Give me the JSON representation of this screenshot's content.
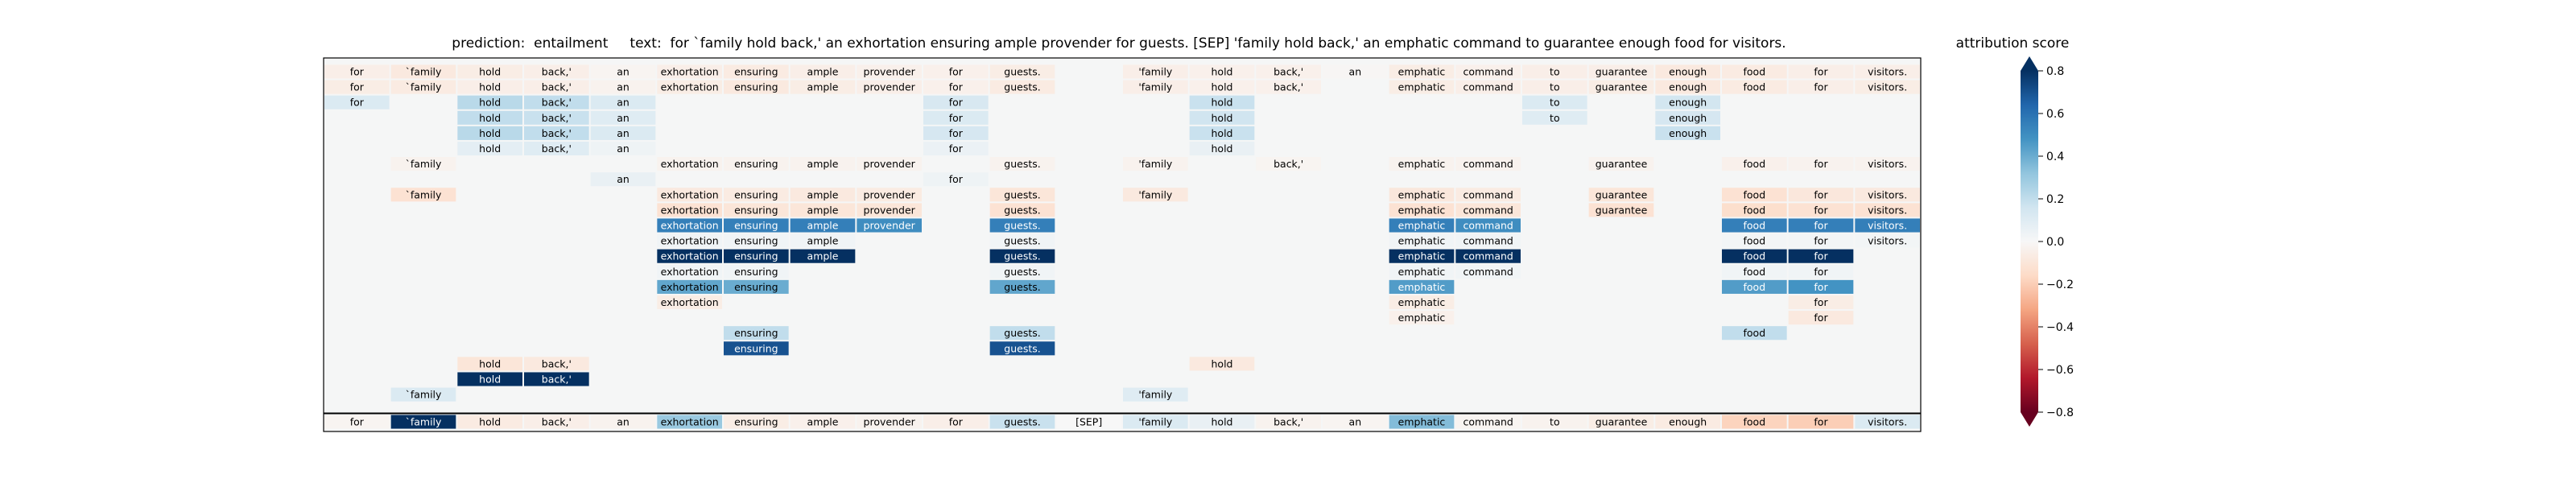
{
  "title": {
    "prediction_label": "prediction:",
    "prediction_value": "entailment",
    "text_label": "text:",
    "text_value": "for `family hold back,' an exhortation ensuring ample provender for guests. [SEP] 'family hold back,' an emphatic command to guarantee enough food for visitors."
  },
  "colorbar": {
    "label": "attribution score",
    "ticks": [
      "0.8",
      "0.6",
      "0.4",
      "0.2",
      "0.0",
      "−0.2",
      "−0.4",
      "−0.6",
      "−0.8"
    ]
  },
  "chart_data": {
    "type": "heatmap",
    "tokens": [
      "for",
      "`family",
      "hold",
      "back,'",
      "an",
      "exhortation",
      "ensuring",
      "ample",
      "provender",
      "for",
      "guests.",
      "[SEP]",
      "'family",
      "hold",
      "back,'",
      "an",
      "emphatic",
      "command",
      "to",
      "guarantee",
      "enough",
      "food",
      "for",
      "visitors."
    ],
    "color_range": [
      -0.8,
      0.8
    ],
    "colormap": "RdBu",
    "rows": [
      {
        "shown": [
          0,
          1,
          2,
          3,
          4,
          5,
          6,
          7,
          8,
          9,
          10,
          12,
          13,
          14,
          15,
          16,
          17,
          18,
          19,
          20,
          21,
          22,
          23
        ],
        "scores": {
          "0": -0.05,
          "1": -0.08,
          "2": -0.06,
          "3": -0.05,
          "4": -0.02,
          "5": -0.05,
          "6": -0.07,
          "7": -0.05,
          "8": -0.04,
          "9": -0.04,
          "10": -0.06,
          "12": -0.05,
          "13": -0.04,
          "14": -0.04,
          "15": -0.01,
          "16": -0.06,
          "17": -0.04,
          "18": -0.05,
          "19": -0.05,
          "20": -0.08,
          "21": -0.07,
          "22": -0.05,
          "23": -0.05
        }
      },
      {
        "shown": [
          0,
          1,
          2,
          3,
          4,
          5,
          6,
          7,
          8,
          9,
          10,
          12,
          13,
          14,
          16,
          17,
          18,
          19,
          20,
          21,
          22,
          23
        ],
        "scores": {
          "0": -0.06,
          "1": -0.07,
          "2": -0.05,
          "3": -0.05,
          "4": -0.03,
          "5": -0.06,
          "6": -0.08,
          "7": -0.06,
          "8": -0.05,
          "9": -0.04,
          "10": -0.07,
          "12": -0.05,
          "13": -0.04,
          "14": -0.04,
          "16": -0.06,
          "17": -0.05,
          "18": -0.05,
          "19": -0.06,
          "20": -0.08,
          "21": -0.07,
          "22": -0.05,
          "23": -0.06
        }
      },
      {
        "shown": [
          0,
          2,
          3,
          4,
          9,
          13,
          18,
          20
        ],
        "scores": {
          "0": 0.12,
          "2": 0.22,
          "3": 0.2,
          "4": 0.12,
          "9": 0.13,
          "13": 0.18,
          "18": 0.12,
          "20": 0.15
        }
      },
      {
        "shown": [
          2,
          3,
          4,
          9,
          13,
          18,
          20
        ],
        "scores": {
          "2": 0.2,
          "3": 0.18,
          "4": 0.1,
          "9": 0.12,
          "13": 0.16,
          "18": 0.1,
          "20": 0.14
        }
      },
      {
        "shown": [
          2,
          3,
          4,
          9,
          13,
          20
        ],
        "scores": {
          "2": 0.22,
          "3": 0.2,
          "4": 0.12,
          "9": 0.14,
          "13": 0.18,
          "20": 0.18
        }
      },
      {
        "shown": [
          2,
          3,
          4,
          9,
          13
        ],
        "scores": {
          "2": 0.08,
          "3": 0.1,
          "4": 0.04,
          "9": 0.05,
          "13": 0.06
        }
      },
      {
        "shown": [
          1,
          5,
          6,
          7,
          8,
          10,
          12,
          14,
          16,
          17,
          19,
          21,
          22,
          23
        ],
        "scores": {
          "1": -0.03,
          "5": -0.03,
          "6": -0.03,
          "7": -0.03,
          "8": -0.03,
          "10": -0.03,
          "12": -0.03,
          "14": -0.02,
          "16": -0.03,
          "17": -0.03,
          "19": -0.03,
          "21": -0.04,
          "22": -0.03,
          "23": -0.03
        }
      },
      {
        "shown": [
          4,
          9
        ],
        "scores": {
          "4": 0.06,
          "9": 0.04
        }
      },
      {
        "shown": [
          1,
          5,
          6,
          7,
          8,
          10,
          12,
          16,
          17,
          19,
          21,
          22,
          23
        ],
        "scores": {
          "1": -0.12,
          "5": -0.08,
          "6": -0.07,
          "7": -0.08,
          "8": -0.07,
          "10": -0.1,
          "12": -0.08,
          "16": -0.09,
          "17": -0.07,
          "19": -0.1,
          "21": -0.12,
          "22": -0.09,
          "23": -0.08
        }
      },
      {
        "shown": [
          5,
          6,
          7,
          8,
          10,
          16,
          17,
          19,
          21,
          22,
          23
        ],
        "scores": {
          "5": -0.12,
          "6": -0.1,
          "7": -0.1,
          "8": -0.1,
          "10": -0.12,
          "16": -0.12,
          "17": -0.1,
          "19": -0.12,
          "21": -0.14,
          "22": -0.12,
          "23": -0.12
        }
      },
      {
        "shown": [
          5,
          6,
          7,
          8,
          10,
          16,
          17,
          21,
          22,
          23
        ],
        "scores": {
          "5": 0.55,
          "6": 0.55,
          "7": 0.55,
          "8": 0.5,
          "10": 0.55,
          "16": 0.55,
          "17": 0.5,
          "21": 0.55,
          "22": 0.55,
          "23": 0.55
        }
      },
      {
        "shown": [
          5,
          6,
          7,
          10,
          16,
          17,
          21,
          22,
          23
        ],
        "scores": {
          "5": 0.03,
          "6": 0.03,
          "7": 0.03,
          "10": 0.03,
          "16": 0.03,
          "17": 0.03,
          "21": 0.02,
          "22": 0.02,
          "23": 0.02
        }
      },
      {
        "shown": [
          5,
          6,
          7,
          10,
          16,
          17,
          21,
          22
        ],
        "scores": {
          "5": 0.85,
          "6": 0.85,
          "7": 0.85,
          "10": 0.85,
          "16": 0.85,
          "17": 0.85,
          "21": 0.85,
          "22": 0.85
        }
      },
      {
        "shown": [
          5,
          6,
          10,
          16,
          17,
          21,
          22
        ],
        "scores": {
          "5": 0.03,
          "6": 0.03,
          "10": 0.03,
          "16": 0.03,
          "17": 0.03,
          "21": 0.03,
          "22": 0.03
        }
      },
      {
        "shown": [
          5,
          6,
          10,
          16,
          21,
          22
        ],
        "scores": {
          "5": 0.42,
          "6": 0.4,
          "10": 0.42,
          "16": 0.45,
          "21": 0.45,
          "22": 0.48
        }
      },
      {
        "shown": [
          5,
          16,
          22
        ],
        "scores": {
          "5": -0.06,
          "16": -0.06,
          "22": -0.06
        }
      },
      {
        "shown": [
          16,
          22
        ],
        "scores": {
          "16": -0.04,
          "22": -0.08
        }
      },
      {
        "shown": [
          6,
          10,
          21
        ],
        "scores": {
          "6": 0.2,
          "10": 0.2,
          "21": 0.2
        }
      },
      {
        "shown": [
          6,
          10
        ],
        "scores": {
          "6": 0.7,
          "10": 0.7
        }
      },
      {
        "shown": [
          2,
          3,
          13
        ],
        "scores": {
          "2": -0.1,
          "3": -0.08,
          "13": -0.08
        }
      },
      {
        "shown": [
          2,
          3
        ],
        "scores": {
          "2": 0.9,
          "3": 0.9
        }
      },
      {
        "shown": [
          1,
          12
        ],
        "scores": {
          "1": 0.12,
          "12": 0.1
        }
      }
    ],
    "summary_row": {
      "shown": [
        0,
        1,
        2,
        3,
        4,
        5,
        6,
        7,
        8,
        9,
        10,
        11,
        12,
        13,
        14,
        15,
        16,
        17,
        18,
        19,
        20,
        21,
        22,
        23
      ],
      "scores": [
        -0.02,
        0.85,
        -0.07,
        -0.05,
        -0.03,
        0.3,
        -0.06,
        -0.04,
        -0.03,
        -0.05,
        0.18,
        0.0,
        0.12,
        0.06,
        -0.03,
        -0.02,
        0.35,
        -0.02,
        -0.03,
        -0.06,
        -0.07,
        -0.18,
        -0.2,
        0.12
      ]
    }
  }
}
